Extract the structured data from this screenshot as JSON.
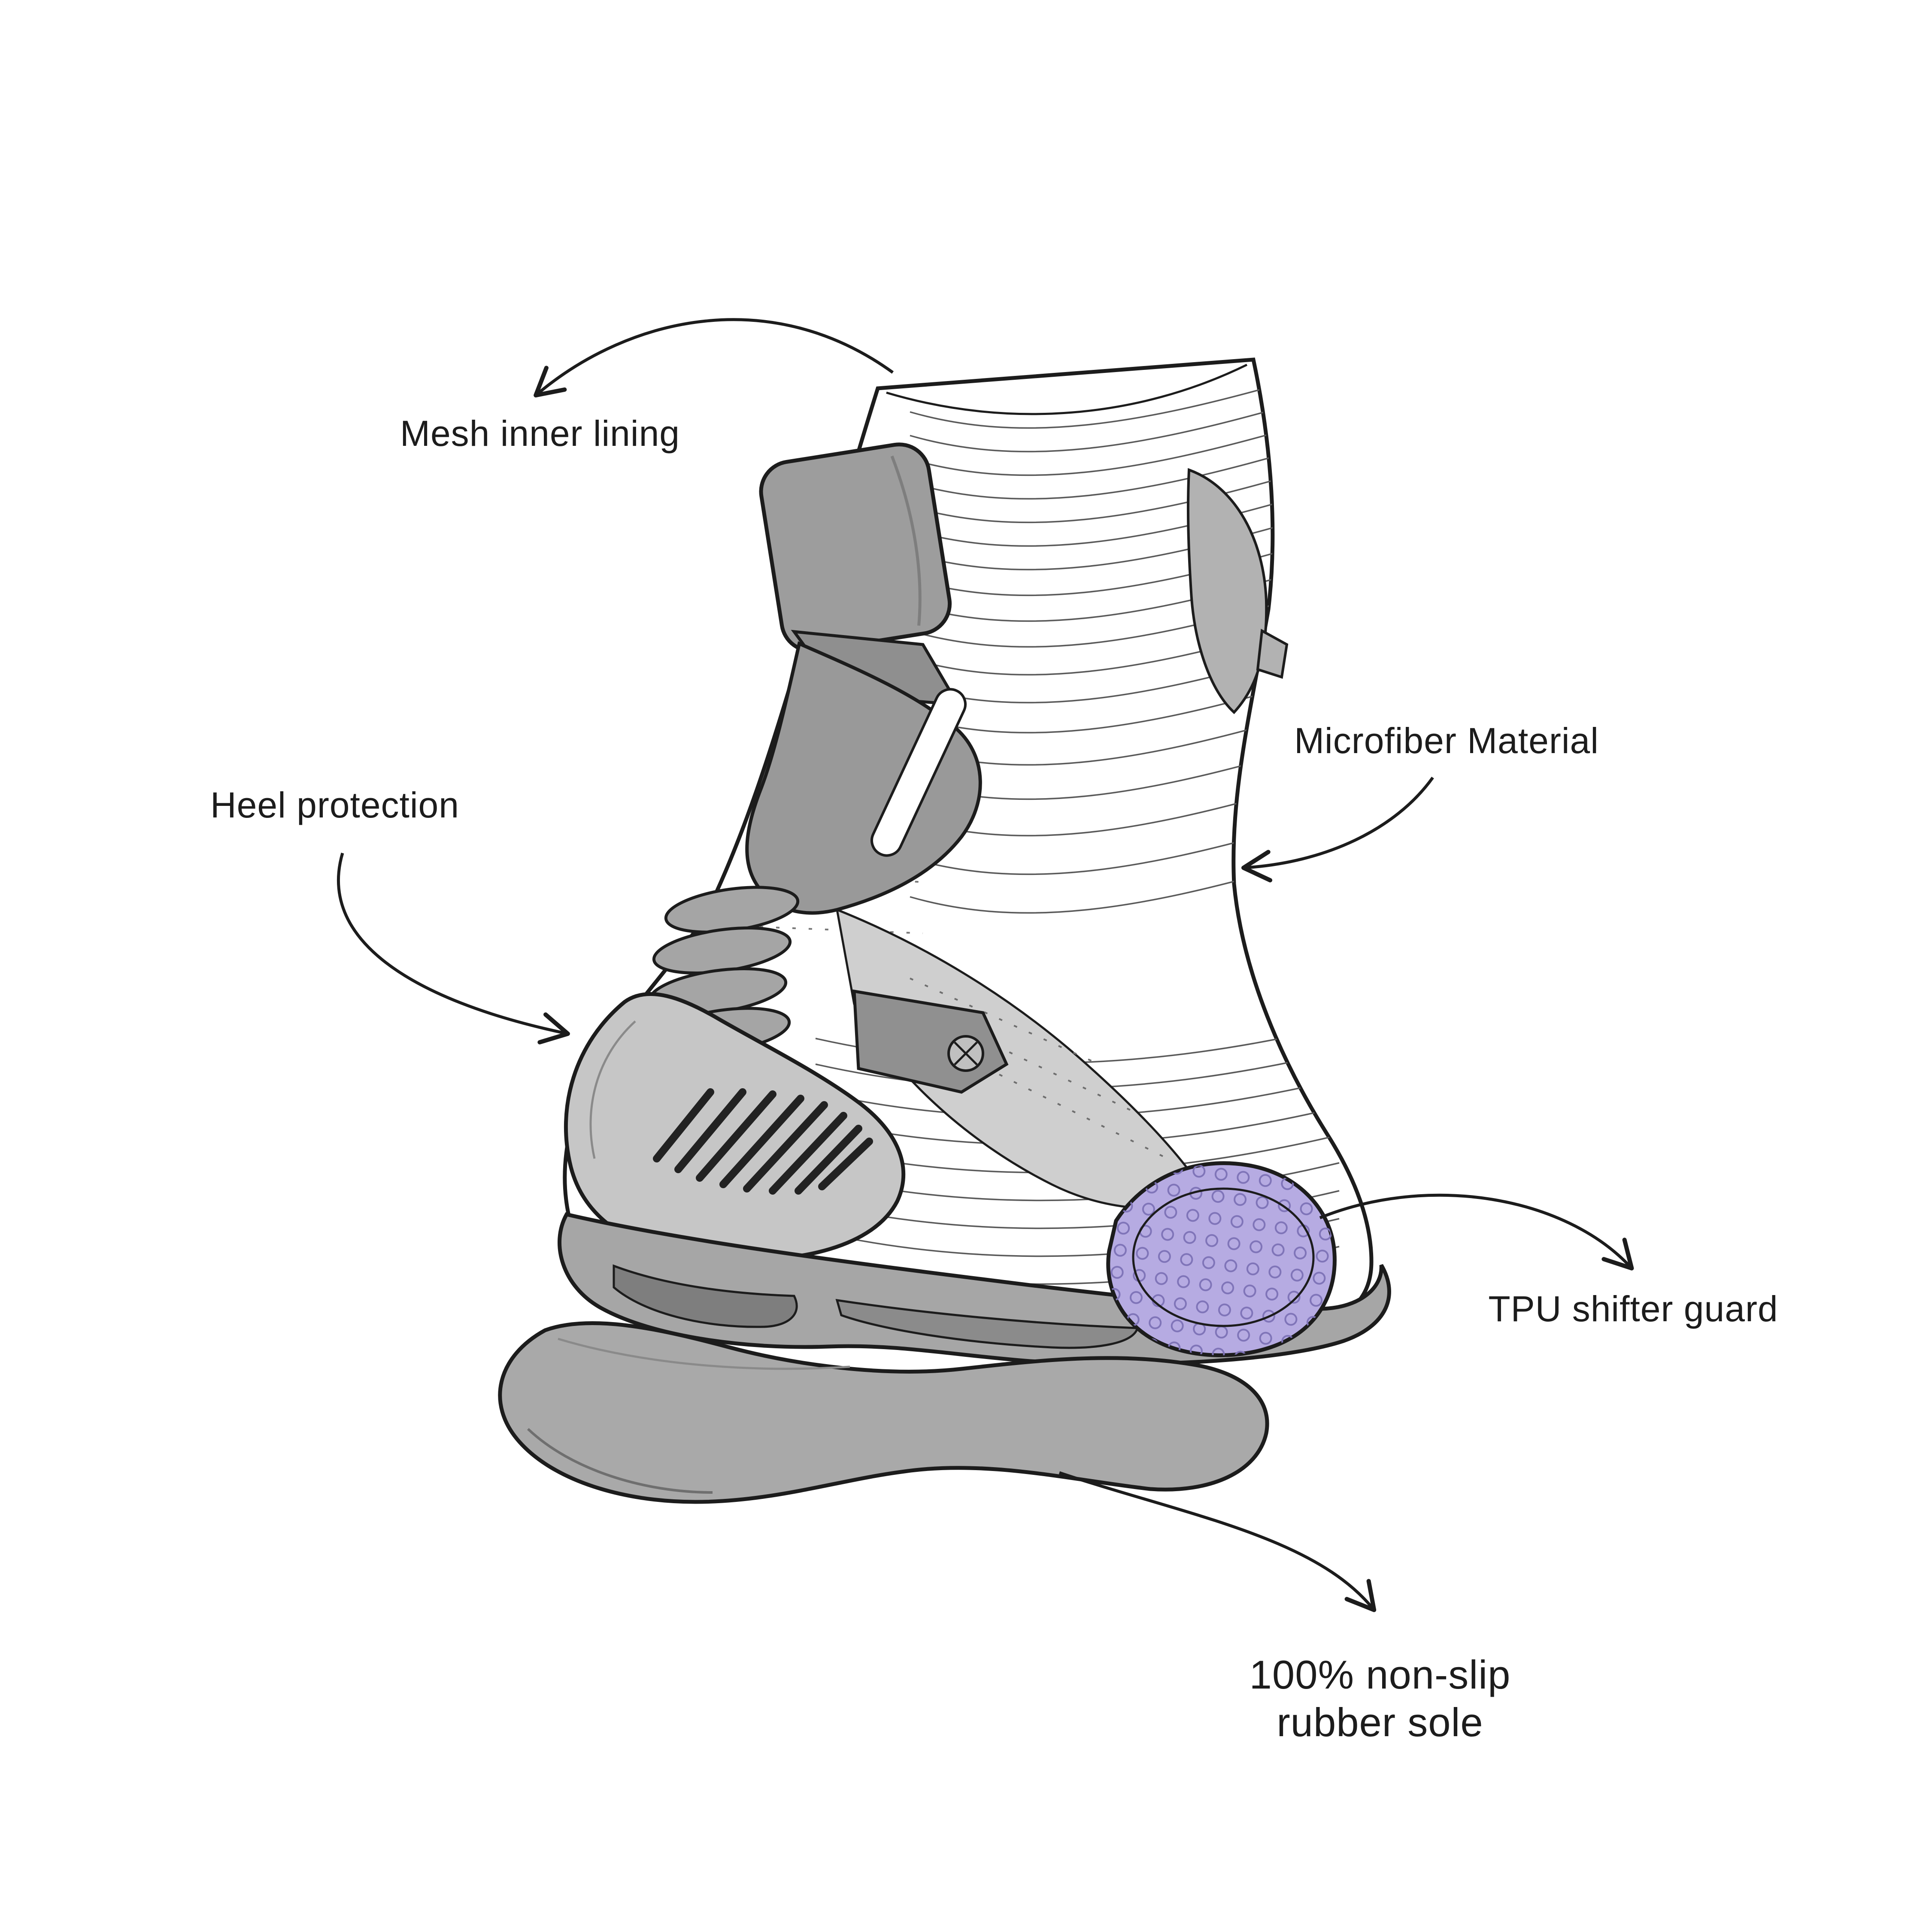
{
  "diagram": {
    "subject": "motorcycle-racing-boot-feature-diagram",
    "colors": {
      "outline": "#1c1c1c",
      "gray_light": "#c6c6c6",
      "gray_mid": "#9e9e9e",
      "gray_dark": "#7d7d7d",
      "accent_purple": "#b6abe2",
      "accent_purple_dark": "#7f74b8",
      "background": "#ffffff"
    },
    "labels": {
      "mesh": {
        "text": "Mesh inner lining"
      },
      "microfiber": {
        "text": "Microfiber Material"
      },
      "heel": {
        "text": "Heel protection"
      },
      "tpu": {
        "text": "TPU shifter guard"
      },
      "sole": {
        "line1": "100% non-slip",
        "line2": "rubber sole"
      }
    }
  }
}
